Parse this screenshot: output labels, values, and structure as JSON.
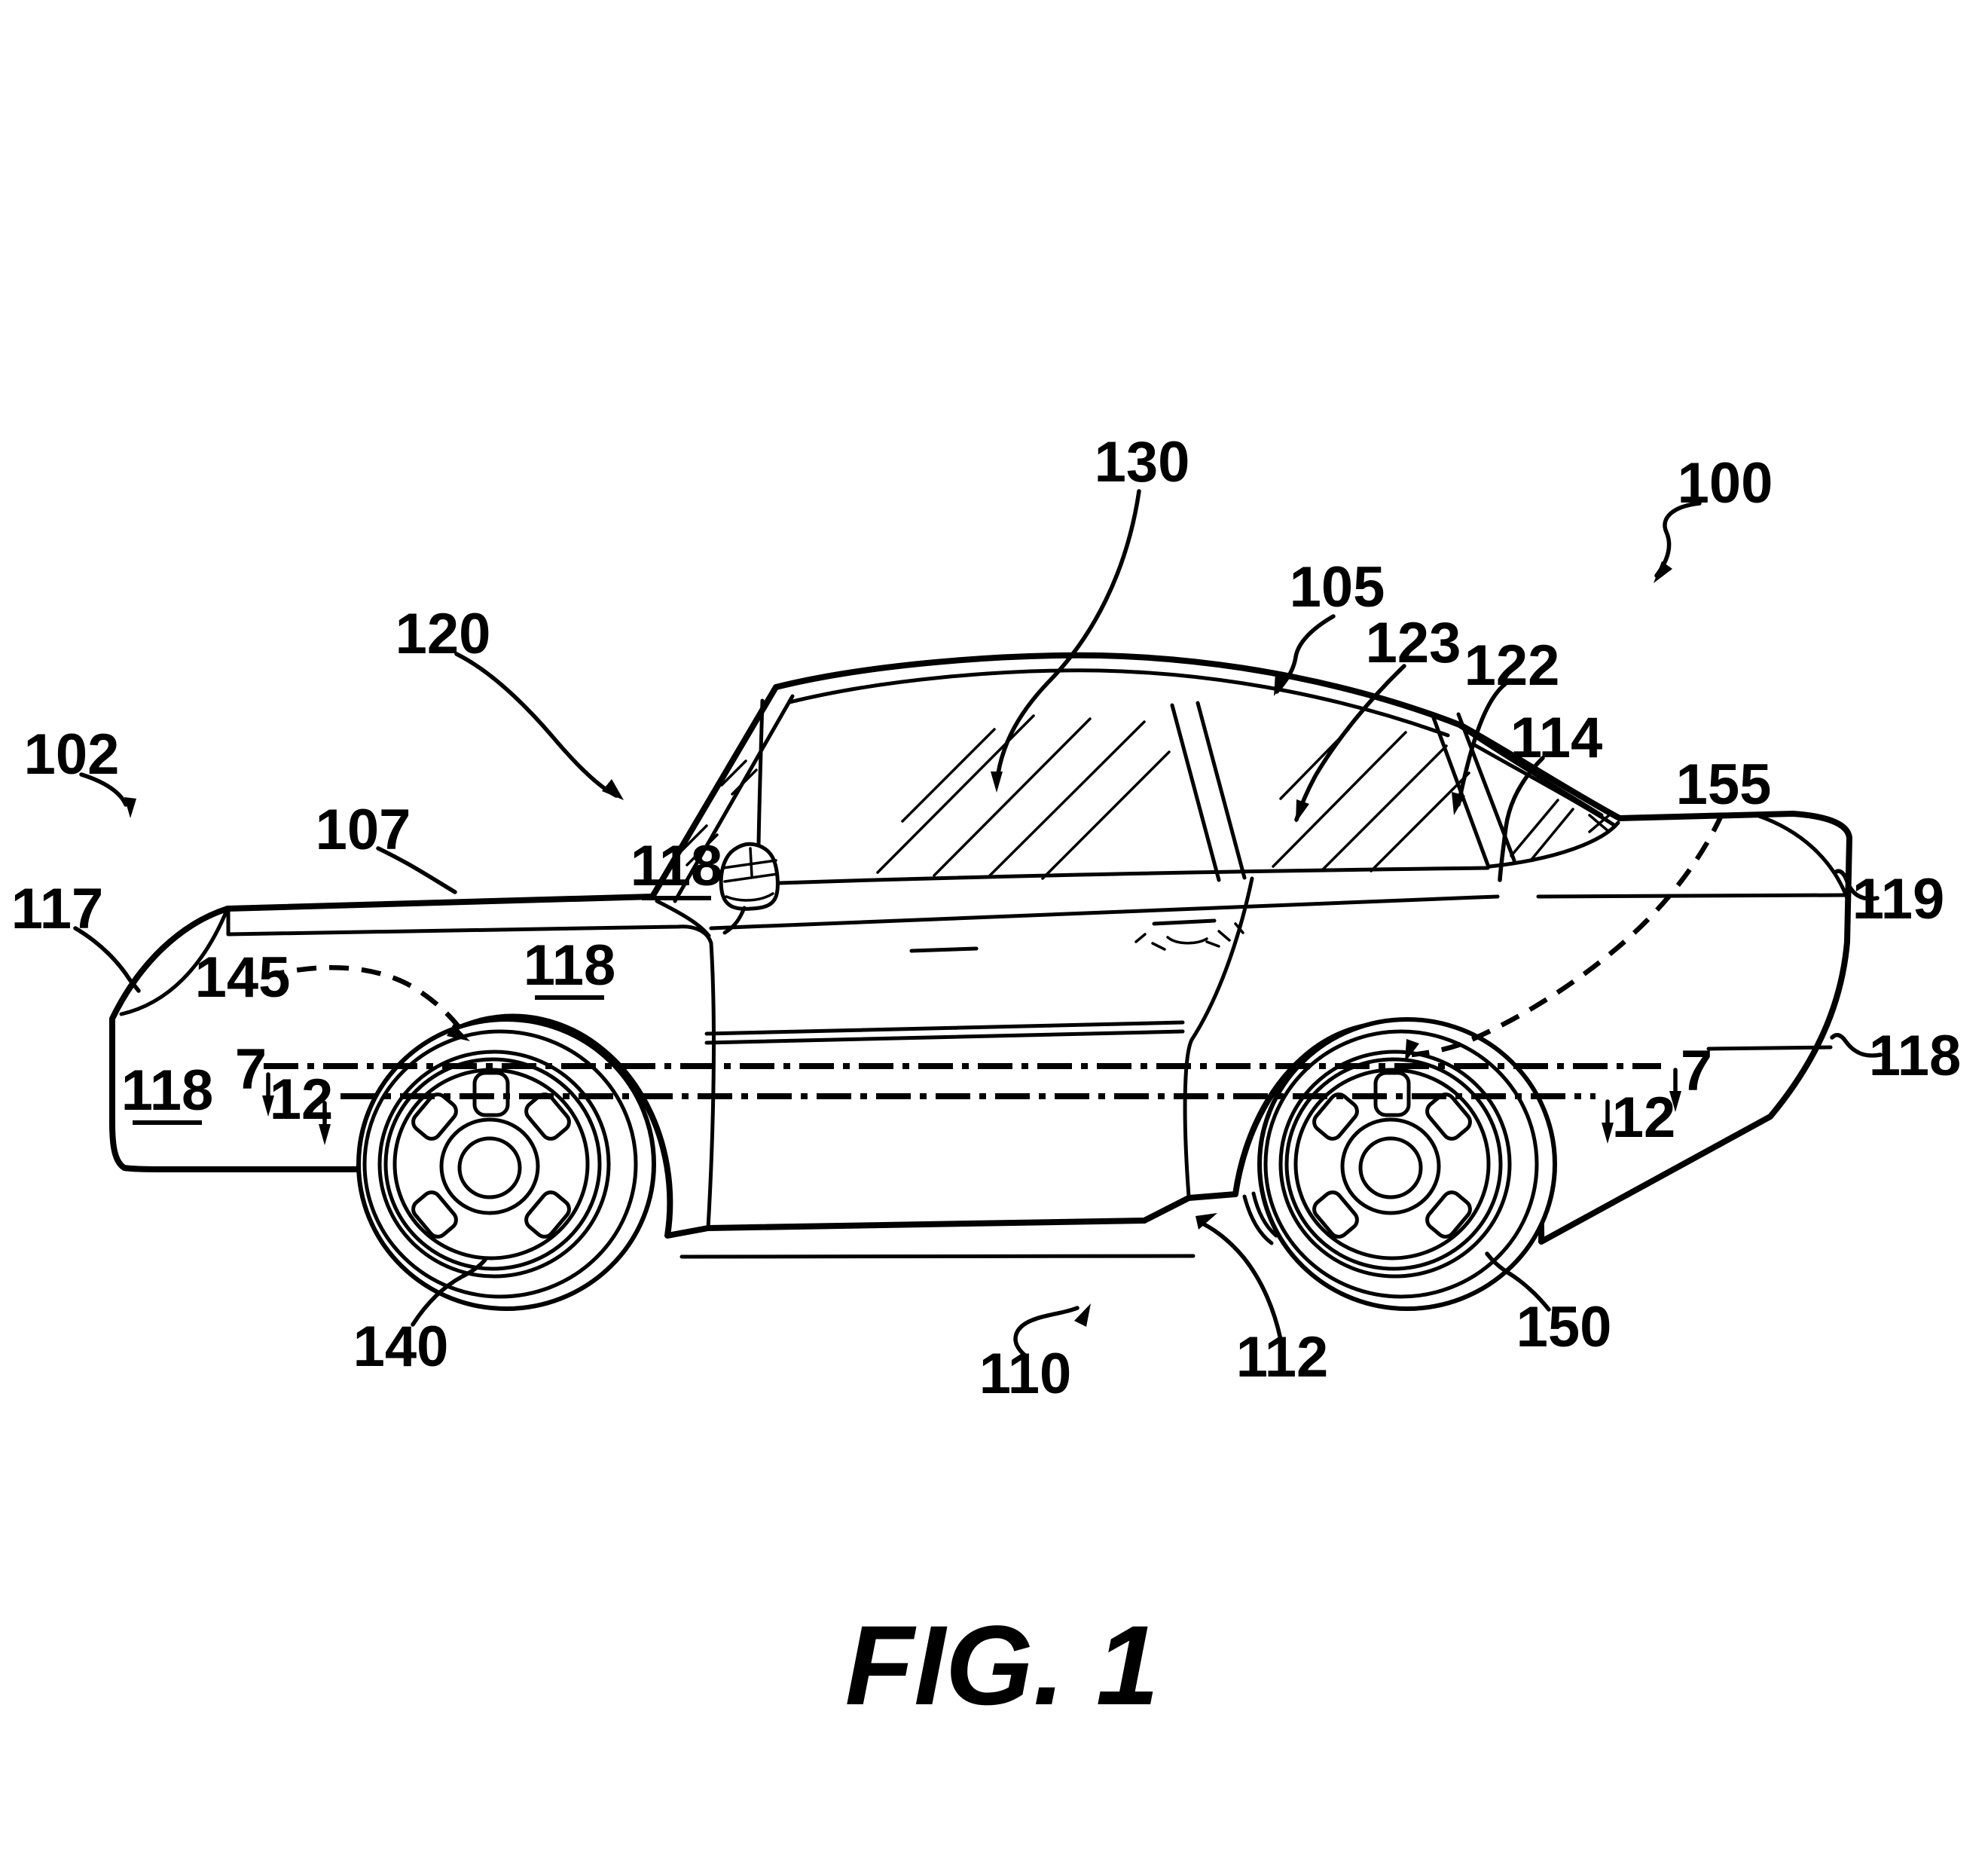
{
  "figure": {
    "caption": "FIG. 1"
  },
  "drawing": {
    "type": "patent-line-drawing",
    "subject": "vehicle side elevation view",
    "ink": "#000000",
    "background": "#ffffff"
  },
  "labels": {
    "r100": "100",
    "r102": "102",
    "r105": "105",
    "r107": "107",
    "r110": "110",
    "r112": "112",
    "r114": "114",
    "r117": "117",
    "r118_front": "118",
    "r118_fender": "118",
    "r118_cowl": "118",
    "r118_rear": "118",
    "r119": "119",
    "r120": "120",
    "r122": "122",
    "r123": "123",
    "r130": "130",
    "r140": "140",
    "r145": "145",
    "r150": "150",
    "r155": "155",
    "r7_left": "7",
    "r7_right": "7",
    "r12_left": "12",
    "r12_right": "12"
  }
}
